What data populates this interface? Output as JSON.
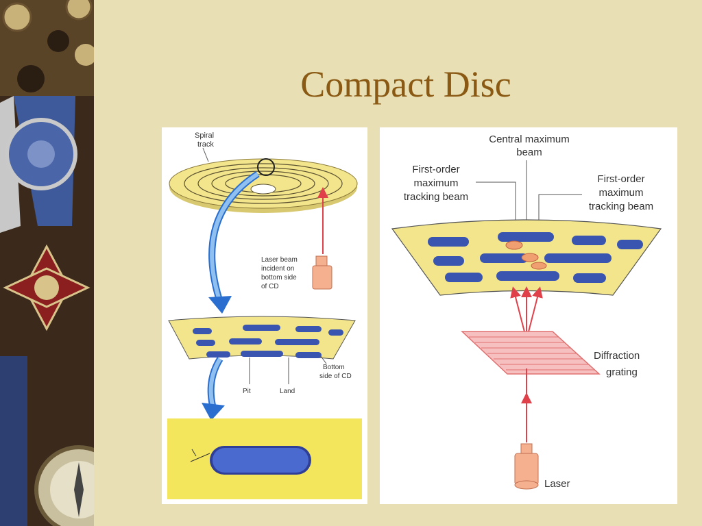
{
  "slide": {
    "title": "Compact Disc"
  },
  "left_diagram": {
    "spiral_track_line1": "Spiral",
    "spiral_track_line2": "track",
    "laser_line1": "Laser beam",
    "laser_line2": "incident on",
    "laser_line3": "bottom side",
    "laser_line4": "of CD",
    "bottom_line1": "Bottom",
    "bottom_line2": "side of CD",
    "pit": "Pit",
    "land": "Land"
  },
  "right_diagram": {
    "central_line1": "Central maximum",
    "central_line2": "beam",
    "first_left_line1": "First-order",
    "first_left_line2": "maximum",
    "first_left_line3": "tracking beam",
    "first_right_line1": "First-order",
    "first_right_line2": "maximum",
    "first_right_line3": "tracking beam",
    "grating_line1": "Diffraction",
    "grating_line2": "grating",
    "laser": "Laser"
  },
  "colors": {
    "background": "#e8e0b4",
    "title": "#8a5a14",
    "disc": "#f2e58c",
    "pit": "#3a55b0",
    "beam": "#e0404a"
  }
}
